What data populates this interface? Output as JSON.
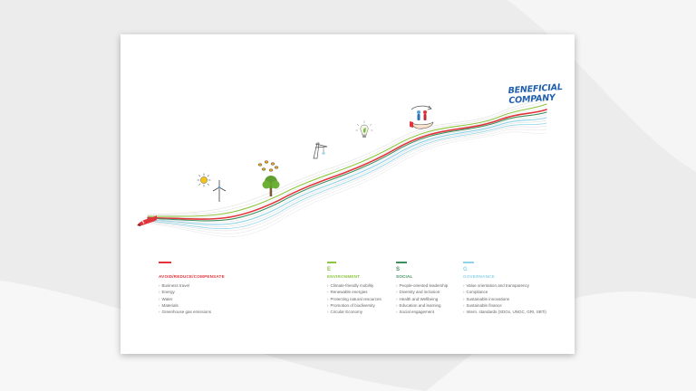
{
  "title": {
    "line1": "BENEFICIAL",
    "line2": "COMPANY"
  },
  "colors": {
    "background": "#ececec",
    "title": "#1f5fae",
    "avoid": "#e2343a",
    "environment": "#8cc63f",
    "social": "#3d8f5f",
    "governance": "#8fd3e8"
  },
  "illustrations": [
    "brush-icon",
    "sun-icon",
    "wind-turbine-icon",
    "tree-icon",
    "bees-icon",
    "crane-icon",
    "lightbulb-leaf-icon",
    "people-in-hand-icon"
  ],
  "columns": [
    {
      "key": "avoid",
      "letter": "",
      "heading": "AVOID/REDUCE/COMPENSATE",
      "items": [
        "Business travel",
        "Energy",
        "Water",
        "Materials",
        "Greenhouse gas emissions"
      ]
    },
    {
      "key": "environment",
      "letter": "E",
      "heading": "ENVIRONMENT",
      "items": [
        "Climate-friendly mobility",
        "Renewable energies",
        "Protecting natural resources",
        "Promotion of biodiversity",
        "Circular Economy"
      ]
    },
    {
      "key": "social",
      "letter": "S",
      "heading": "SOCIAL",
      "items": [
        "People-oriented leadership",
        "Diversity and inclusion",
        "Health and Wellbeing",
        "Education and learning",
        "Social engagement"
      ]
    },
    {
      "key": "governance",
      "letter": "G",
      "heading": "GOVERNANCE",
      "items": [
        "Value orientation and transparency",
        "Compliance",
        "Sustainable innovations",
        "Sustainable finance",
        "Intern. standards (SDGs, UNGC, GRI, SBTi)"
      ]
    }
  ]
}
